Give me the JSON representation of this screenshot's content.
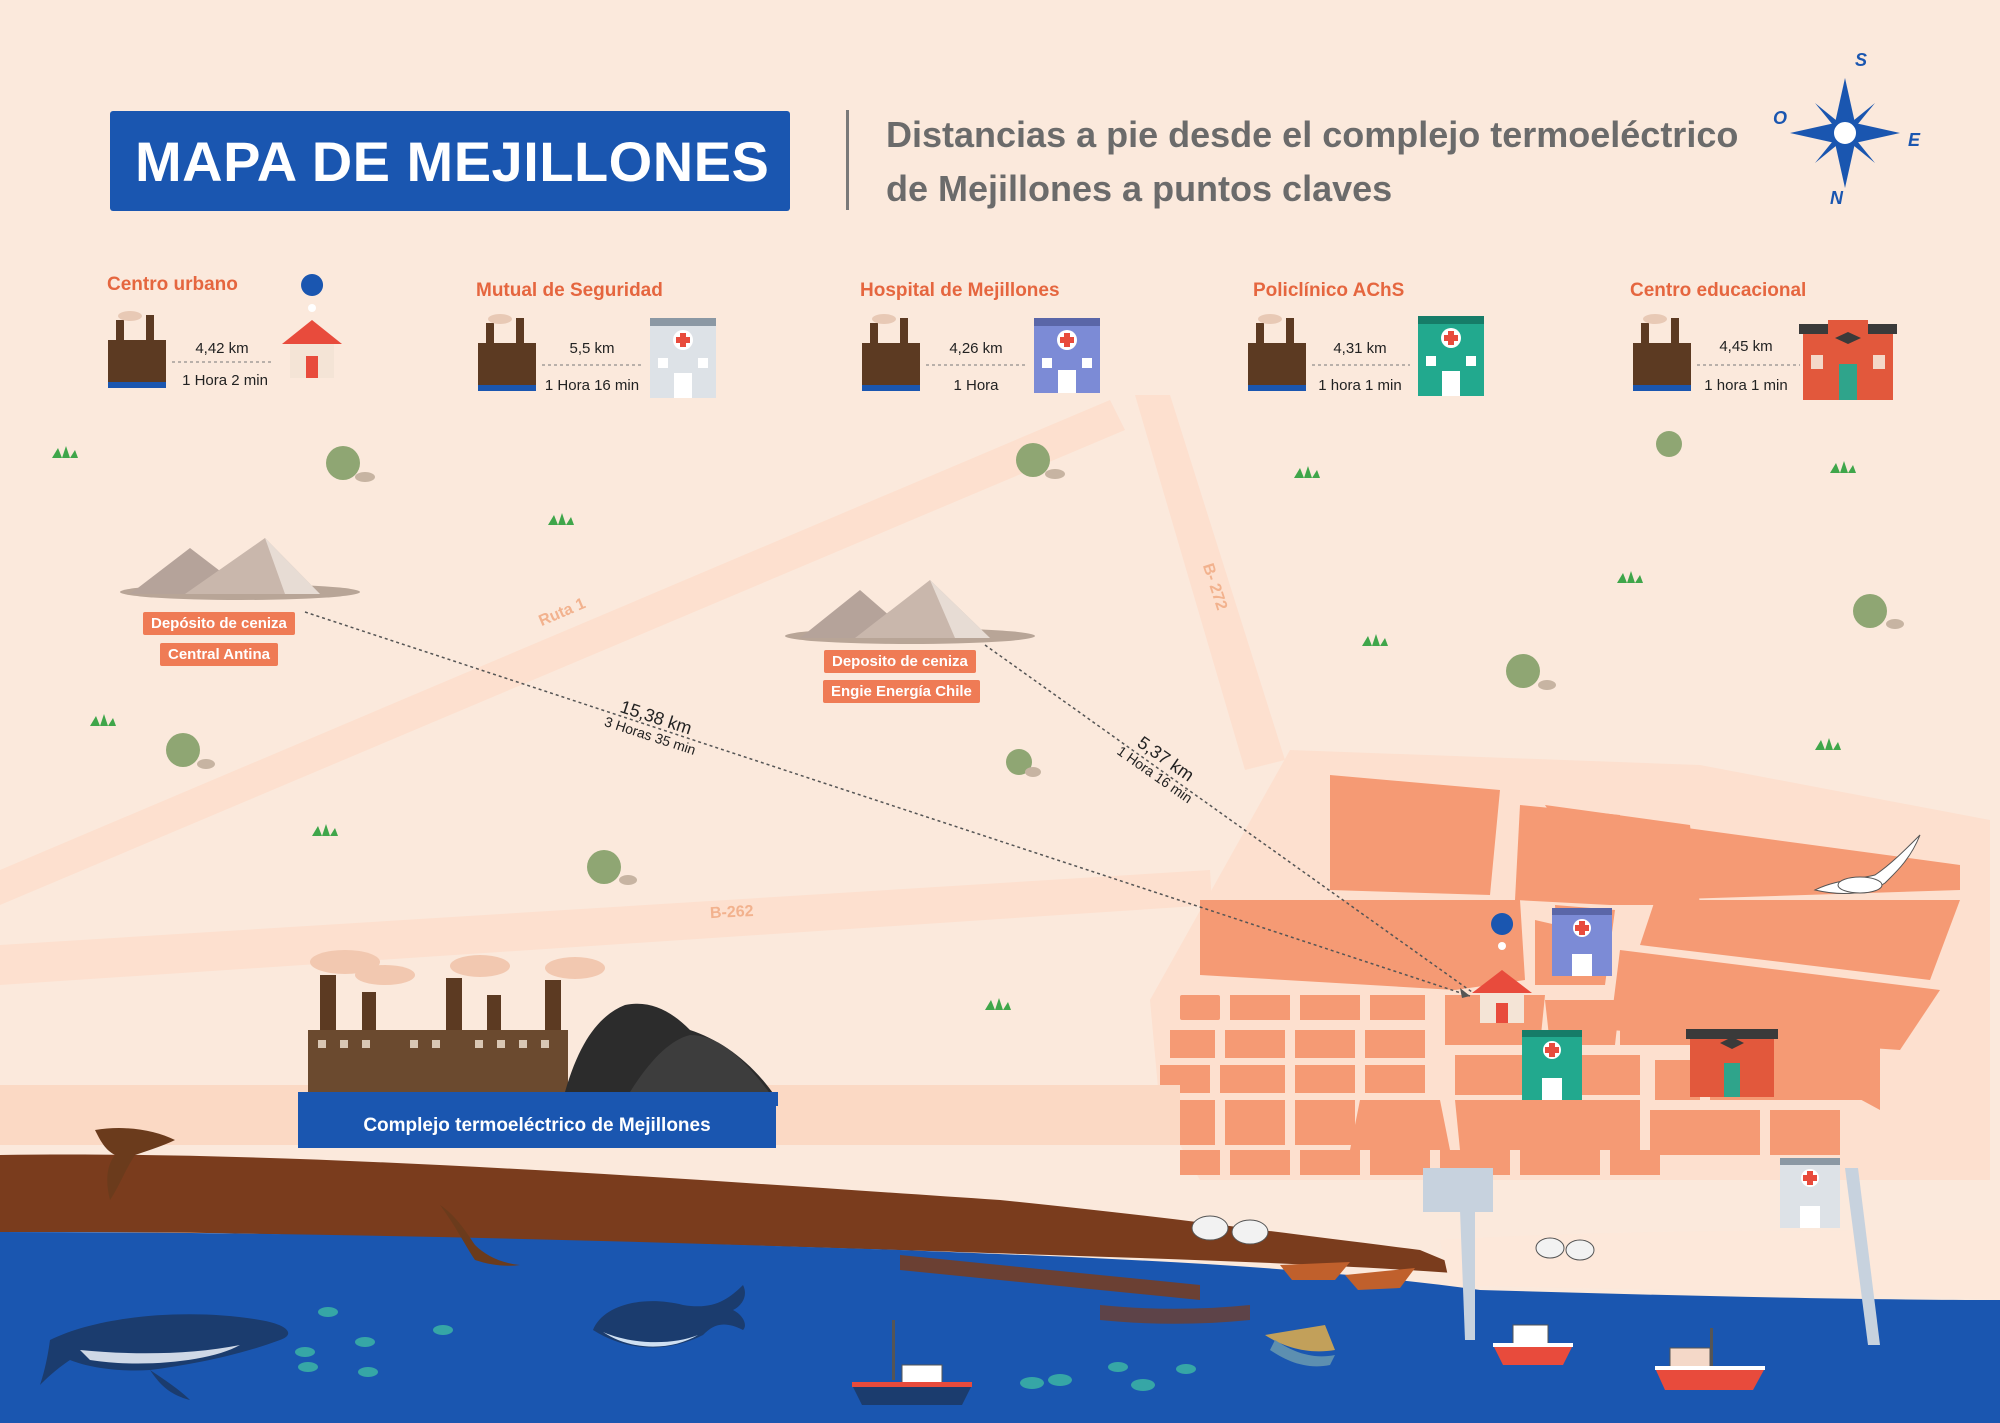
{
  "title": "MAPA DE MEJILLONES",
  "subtitle": "Distancias a pie desde el complejo termoeléctrico de Mejillones a puntos claves",
  "compass": {
    "north": "N",
    "south": "S",
    "east": "E",
    "west": "O"
  },
  "destinations": [
    {
      "name": "Centro urbano",
      "distance": "4,42 km",
      "time": "1 Hora 2 min",
      "icon": "house-pin-icon"
    },
    {
      "name": "Mutual de Seguridad",
      "distance": "5,5 km",
      "time": "1 Hora 16 min",
      "icon": "hospital-gray-icon"
    },
    {
      "name": "Hospital de Mejillones",
      "distance": "4,26 km",
      "time": "1 Hora",
      "icon": "hospital-purple-icon"
    },
    {
      "name": "Policlínico AChS",
      "distance": "4,31 km",
      "time": "1 hora 1 min",
      "icon": "clinic-green-icon"
    },
    {
      "name": "Centro educacional",
      "distance": "4,45 km",
      "time": "1 hora 1 min",
      "icon": "school-icon"
    }
  ],
  "roads": {
    "ruta1": "Ruta 1",
    "b272": "B- 272",
    "b262": "B-262"
  },
  "ash_deposits": [
    {
      "label1": "Depósito de ceniza",
      "label2": "Central Antina",
      "distance": "15,38 km",
      "time": "3 Horas 35 min"
    },
    {
      "label1": "Deposito de ceniza",
      "label2": "Engie Energía Chile",
      "distance": "5,37 km",
      "time": "1 Hora 16 min"
    }
  ],
  "complex_label": "Complejo termoeléctrico de Mejillones",
  "colors": {
    "brand_blue": "#1a56b0",
    "accent_orange": "#e5663f",
    "city_blocks": "#f59a74",
    "sea": "#1a56b0",
    "sand": "#fbe9dc"
  }
}
